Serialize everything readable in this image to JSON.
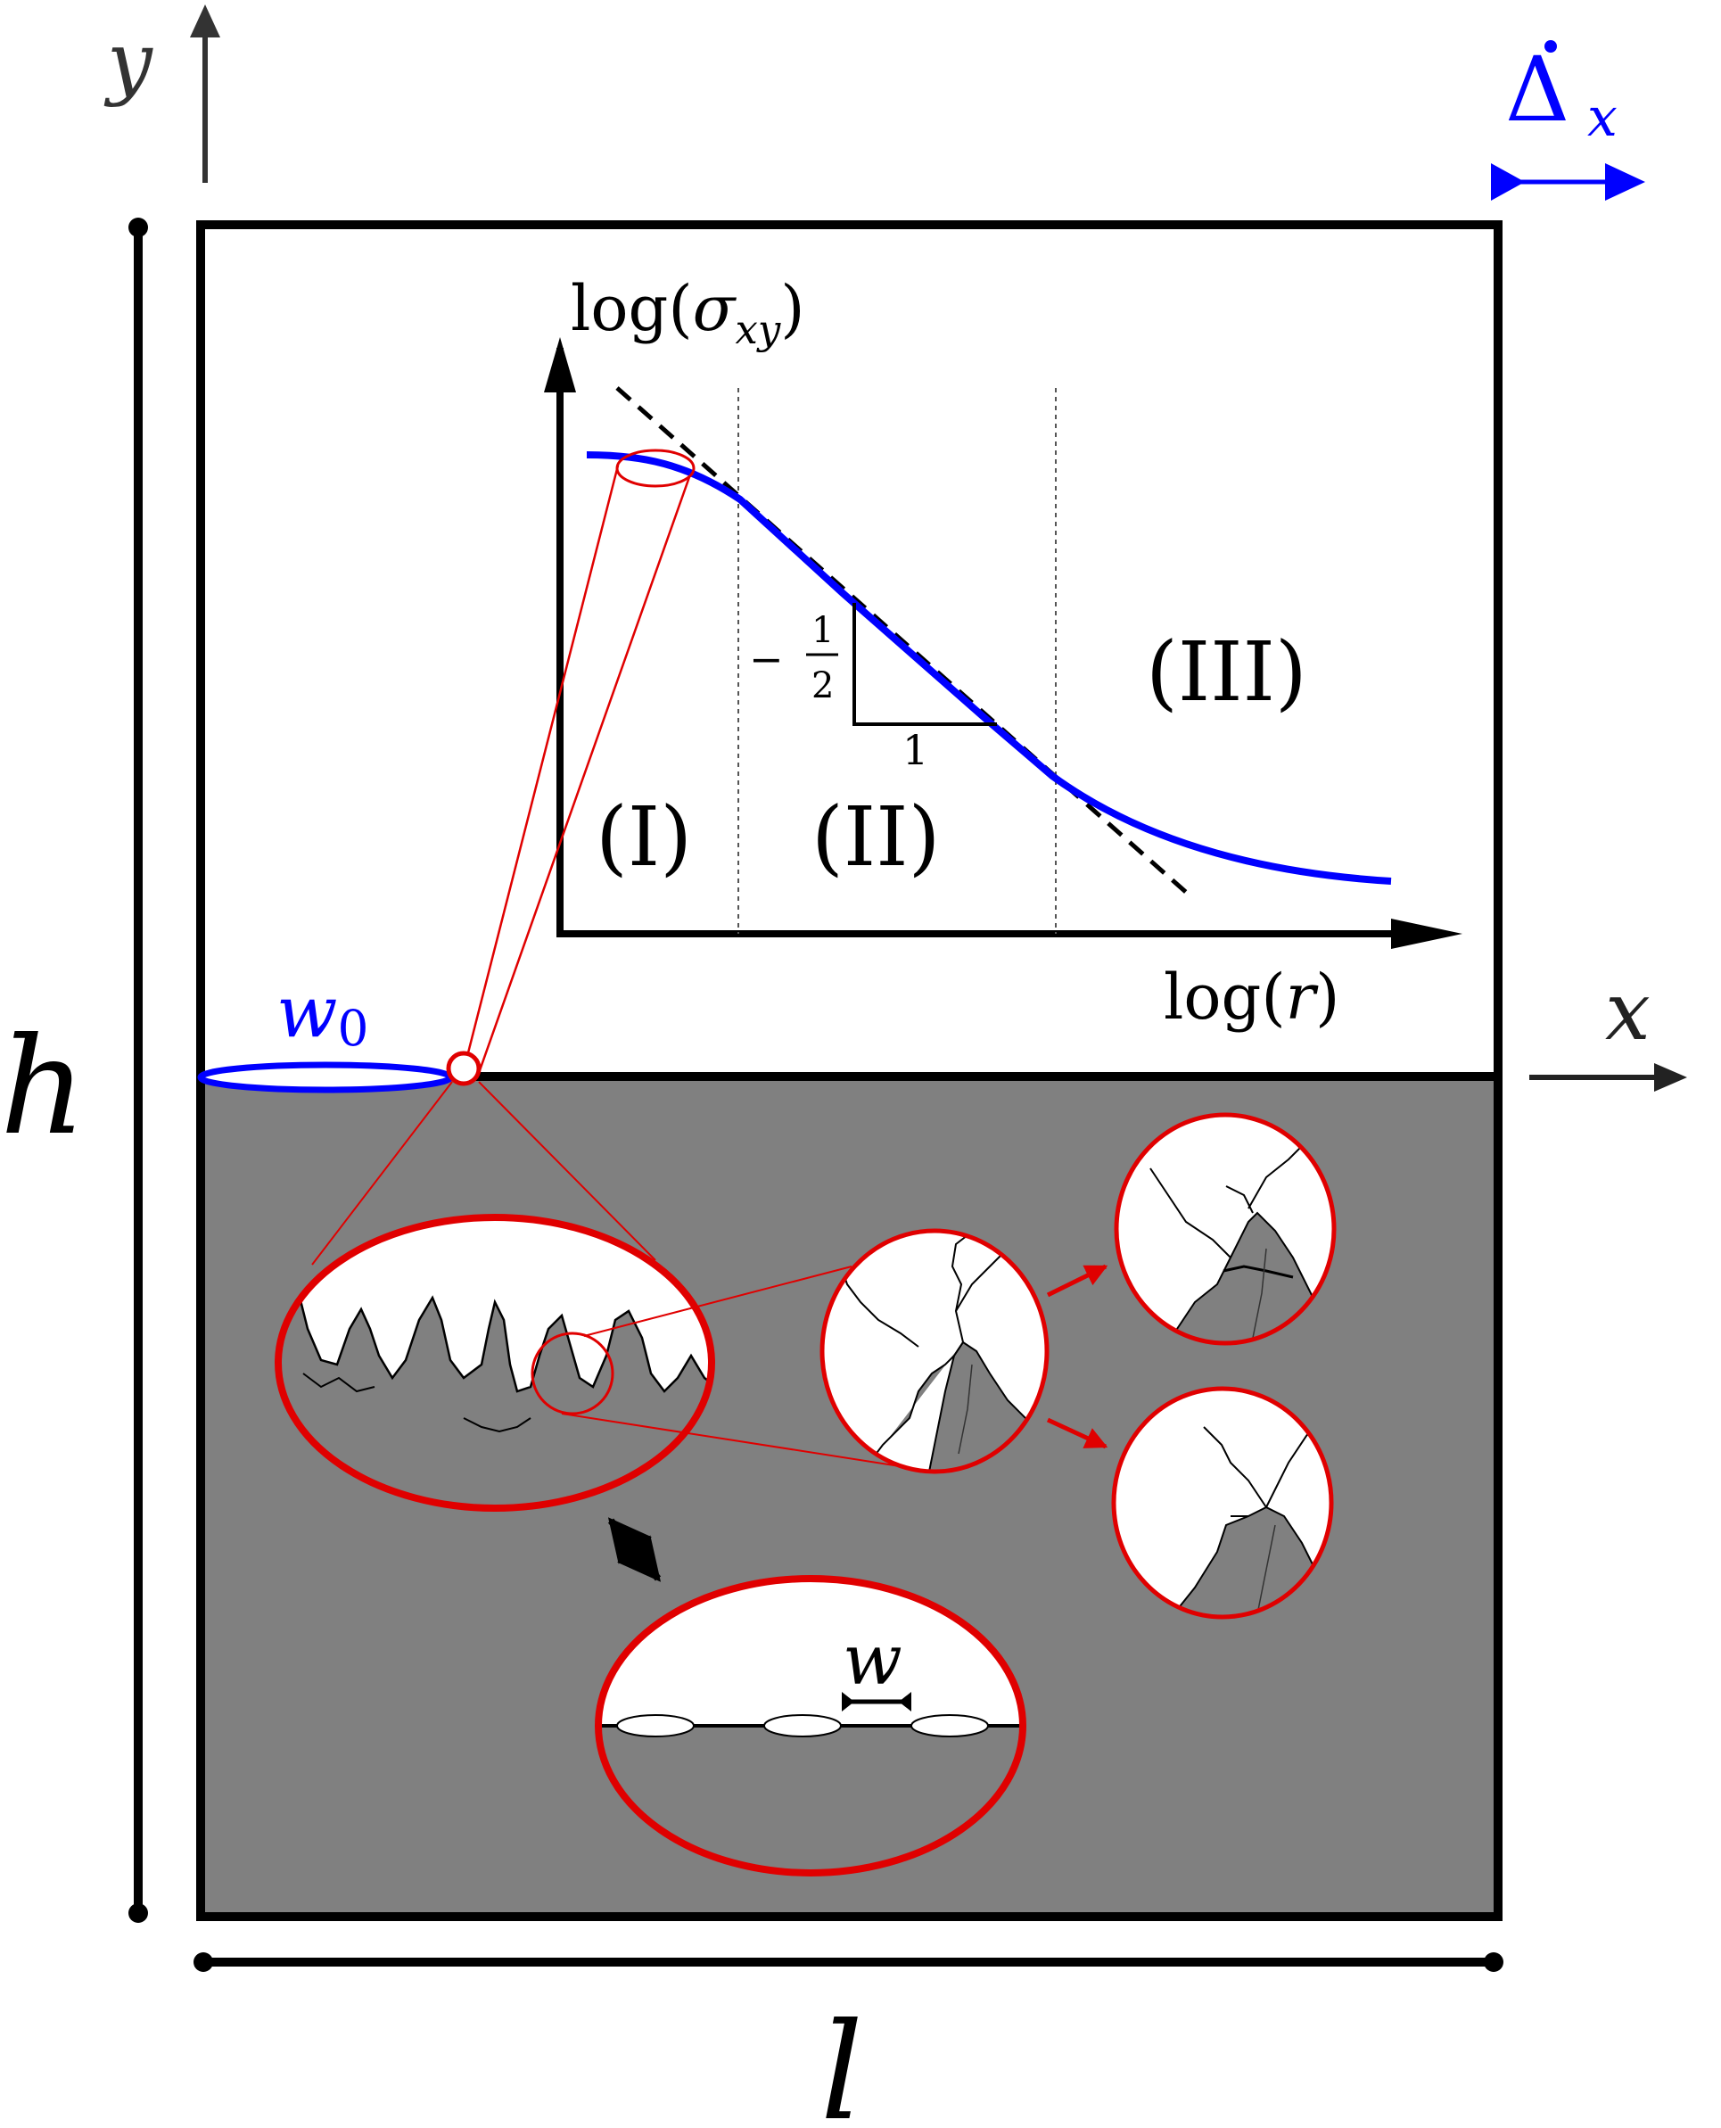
{
  "labels": {
    "axis_y": "y",
    "axis_x": "x",
    "dimension_h": "h",
    "dimension_l": "l",
    "velocity_symbol": "Δ",
    "velocity_subscript": "x",
    "w0_main": "w",
    "w0_sub": "0",
    "w_label": "w"
  },
  "inset_plot": {
    "ylabel_pre": "log(",
    "ylabel_sym": "σ",
    "ylabel_sub": "xy",
    "ylabel_post": ")",
    "xlabel_pre": "log(",
    "xlabel_sym": "r",
    "xlabel_post": ")",
    "regions": [
      "(I)",
      "(II)",
      "(III)"
    ],
    "slope_sign": "−",
    "slope_num": "1",
    "slope_den": "2",
    "run_label": "1"
  },
  "colors": {
    "blue": "#0000ff",
    "red": "#e00000",
    "gray": "#808080",
    "black": "#000000"
  }
}
